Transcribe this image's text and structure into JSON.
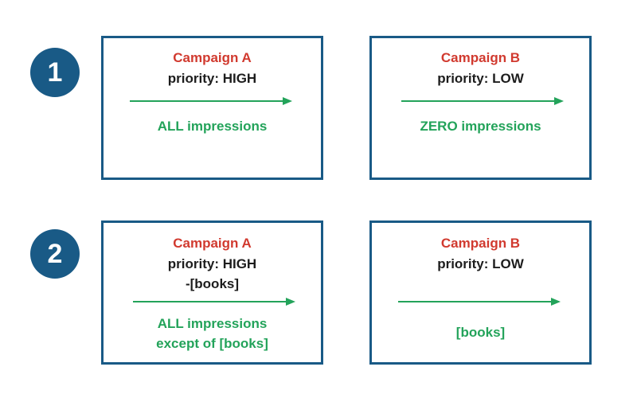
{
  "colors": {
    "badge": "#195a86",
    "border": "#195a86",
    "title": "#d13a2f",
    "arrow_and_result": "#23a35a",
    "text": "#1d1d1d"
  },
  "steps": [
    {
      "number": "1",
      "campaigns": [
        {
          "title": "Campaign A",
          "lines": [
            "priority: HIGH"
          ],
          "result": [
            "ALL impressions"
          ]
        },
        {
          "title": "Campaign B",
          "lines": [
            "priority: LOW"
          ],
          "result": [
            "ZERO impressions"
          ]
        }
      ]
    },
    {
      "number": "2",
      "campaigns": [
        {
          "title": "Campaign A",
          "lines": [
            "priority: HIGH",
            "-[books]"
          ],
          "result": [
            "ALL impressions",
            "except of [books]"
          ]
        },
        {
          "title": "Campaign B",
          "lines": [
            "priority: LOW"
          ],
          "result": [
            "[books]"
          ]
        }
      ]
    }
  ]
}
